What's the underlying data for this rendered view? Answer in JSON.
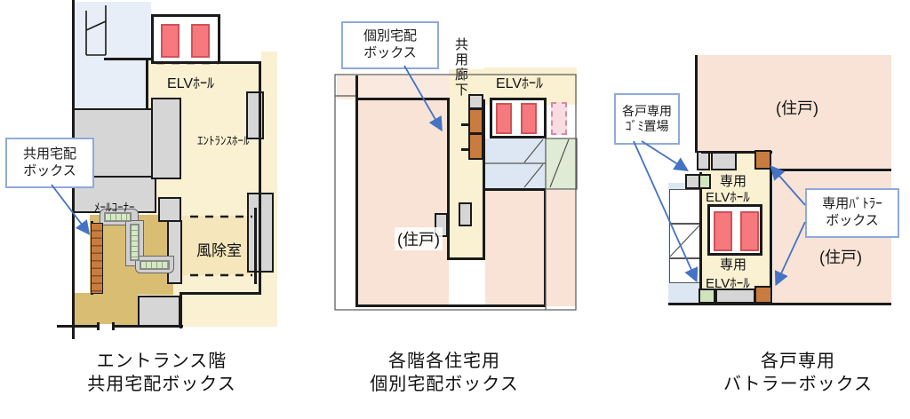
{
  "colors": {
    "cream": "#FAF0D2",
    "cream_dark": "#F5E6BB",
    "peach": "#F8E3D6",
    "peach_light": "#FAE9DE",
    "red_elevator": "#F5797D",
    "pink_elevator_dashed": "#F9DCE2",
    "orange_box": "#C97C3F",
    "green_box": "#CFE5C0",
    "tan_floor": "#D9BD72",
    "gray_block": "#D6D6D6",
    "light_blue": "#E7EEF7",
    "wall": "#1A1A1A",
    "arrow_blue": "#4472C4",
    "callout_border": "#8FAADC"
  },
  "panel_entrance": {
    "caption1": "エントランス階",
    "caption2": "共用宅配ボックス",
    "callout1": "共用宅配",
    "callout2": "ボックス",
    "elv_hall": "ELVﾎｰﾙ",
    "entrance_hall": "ｴﾝﾄﾗﾝｽﾎｰﾙ",
    "mail_corner": "ﾒｰﾙｺｰﾅｰ",
    "windbreak_room": "風除室"
  },
  "panel_individual": {
    "caption1": "各階各住宅用",
    "caption2": "個別宅配ボックス",
    "callout1": "個別宅配",
    "callout2": "ボックス",
    "corridor": "共用廊下",
    "elv_hall": "ELVﾎｰﾙ",
    "unit": "(住戸)"
  },
  "panel_butler": {
    "caption1": "各戸専用",
    "caption2": "バトラーボックス",
    "garbage_callout1": "各戸専用",
    "garbage_callout2": "ｺﾞﾐ置場",
    "butler_callout1": "専用ﾊﾞﾄﾗｰ",
    "butler_callout2": "ボックス",
    "unit_top": "(住戸)",
    "unit_right": "(住戸)",
    "elv_top1": "専用",
    "elv_top2": "ELVﾎｰﾙ",
    "elv_bottom1": "専用",
    "elv_bottom2": "ELVﾎｰﾙ"
  }
}
